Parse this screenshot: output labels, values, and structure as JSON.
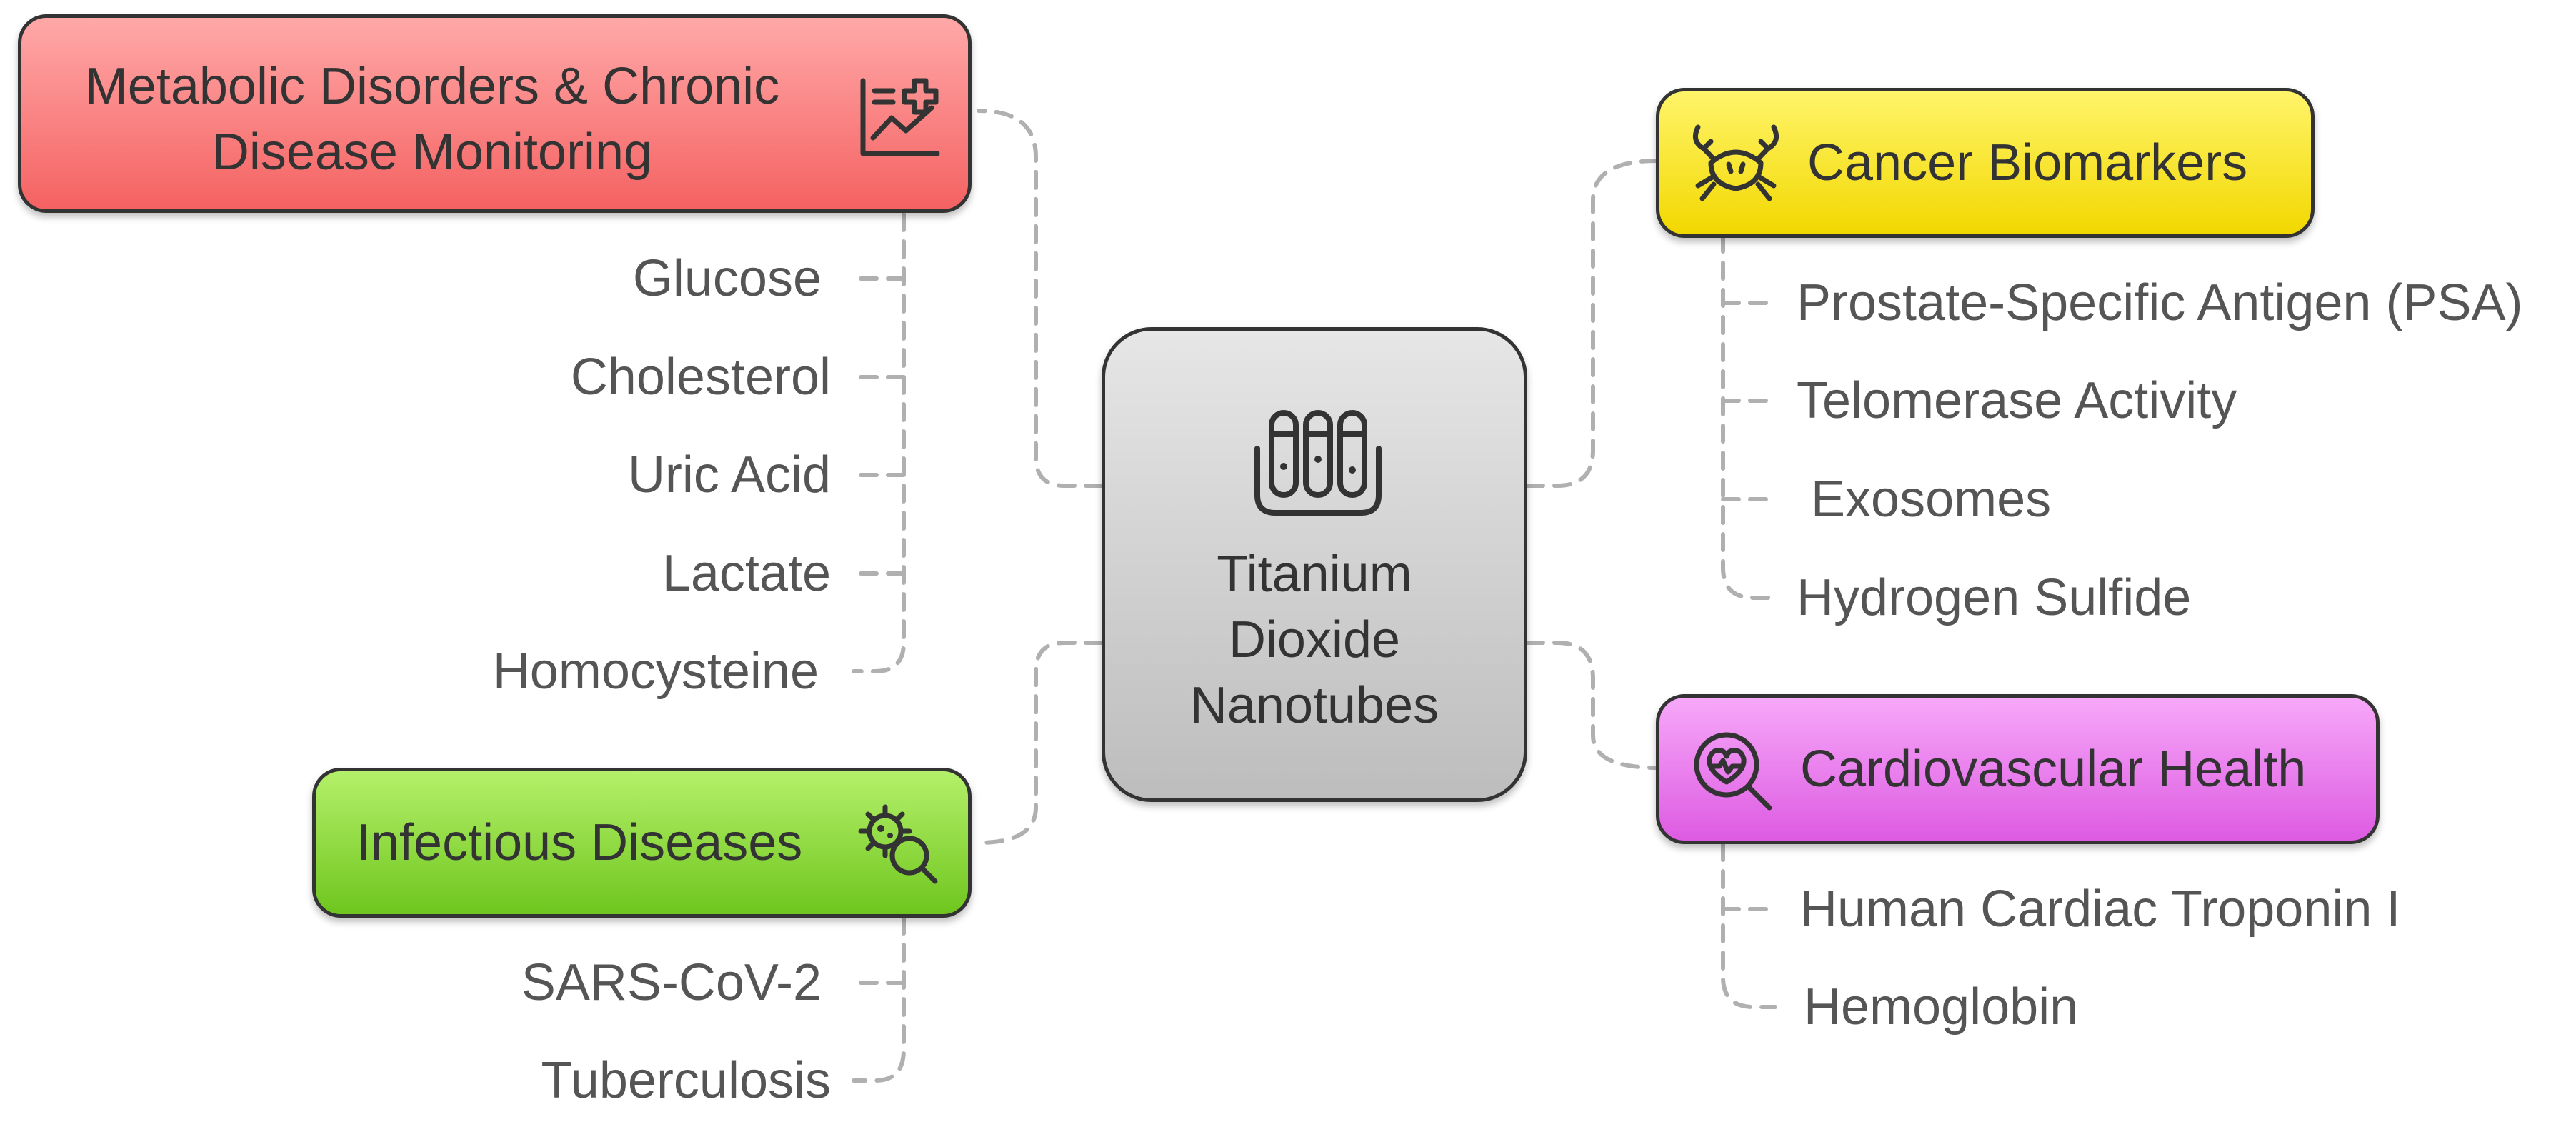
{
  "center": {
    "title": "Titanium\nDioxide\nNanotubes",
    "icon": "test-tubes-icon"
  },
  "colors": {
    "metabolic": "#f87070",
    "cancer": "#f5e020",
    "infectious": "#8ed93a",
    "cardio": "#e47ae8",
    "connector": "#b0b0b0",
    "outline": "#333333"
  },
  "branches": {
    "metabolic": {
      "title": "Metabolic Disorders & Chronic\nDisease Monitoring",
      "icon": "chart-medical-icon",
      "items": [
        "Glucose",
        "Cholesterol",
        "Uric Acid",
        "Lactate",
        "Homocysteine"
      ]
    },
    "cancer": {
      "title": "Cancer Biomarkers",
      "icon": "crab-icon",
      "items": [
        "Prostate-Specific Antigen (PSA)",
        "Telomerase Activity",
        " Exosomes",
        "Hydrogen Sulfide"
      ]
    },
    "infectious": {
      "title": "Infectious Diseases",
      "icon": "virus-search-icon",
      "items": [
        "SARS-CoV-2",
        "Tuberculosis"
      ]
    },
    "cardio": {
      "title": "Cardiovascular Health",
      "icon": "heart-search-icon",
      "items": [
        "Human Cardiac Troponin I",
        "Hemoglobin"
      ]
    }
  }
}
